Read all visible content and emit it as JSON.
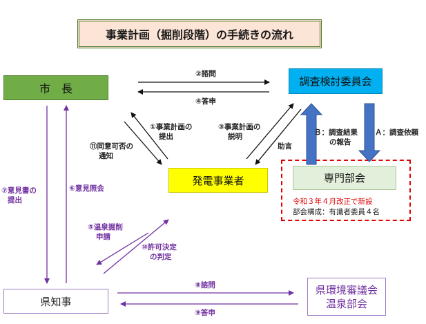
{
  "title": "事業計画（掘削段階）の手続きの流れ",
  "nodes": {
    "mayor": "市　長",
    "committee": "調査検討委員会",
    "operator": "発電事業者",
    "expert": "専門部会",
    "expert_note_1": "令和３年４月改正で新設",
    "expert_note_2": "部会構成：有識者委員４名",
    "governor": "県知事",
    "council_line1": "県環境審議会",
    "council_line2": "温泉部会"
  },
  "labels": {
    "l2": "②諮問",
    "l4": "④答申",
    "l1_a": "①事業計画の",
    "l1_b": "提出",
    "l3_a": "③事業計画の",
    "l3_b": "説明",
    "l11_a": "⑪同意可否の",
    "l11_b": "通知",
    "advice": "助言",
    "lb_a": "Ｂ：調査結果",
    "lb_b": "の報告",
    "la": "Ａ：調査依頼",
    "l7_a": "⑦意見書の",
    "l7_b": "提出",
    "l6": "⑥意見照会",
    "l5_a": "⑤温泉掘削",
    "l5_b": "申請",
    "l10_a": "⑩許可決定",
    "l10_b": "の判定",
    "l8": "⑧諮問",
    "l9": "⑨答申"
  },
  "colors": {
    "mayor": "#70ad47",
    "committee": "#00b0f0",
    "operator": "#ffff00",
    "expert": "#e2efda",
    "title_bg": "#fce4d6",
    "purple": "#7030a0",
    "blue_arrow": "#4472c4",
    "red_dash": "#e00000"
  }
}
